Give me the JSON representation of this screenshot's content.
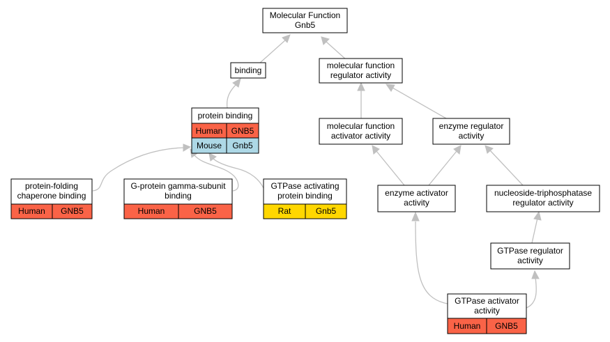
{
  "diagram": {
    "nodes": {
      "root": {
        "line1": "Molecular Function",
        "line2": "Gnb5"
      },
      "binding": {
        "line1": "binding"
      },
      "mfr": {
        "line1": "molecular function",
        "line2": "regulator activity"
      },
      "protein_binding": {
        "line1": "protein binding",
        "annotations": [
          {
            "species": "Human",
            "gene": "GNB5",
            "color": "#fa6347"
          },
          {
            "species": "Mouse",
            "gene": "Gnb5",
            "color": "#add8e6"
          }
        ]
      },
      "mfa": {
        "line1": "molecular function",
        "line2": "activator activity"
      },
      "enz_reg": {
        "line1": "enzyme regulator",
        "line2": "activity"
      },
      "pf": {
        "line1": "protein-folding",
        "line2": "chaperone binding",
        "annotations": [
          {
            "species": "Human",
            "gene": "GNB5",
            "color": "#fa6347"
          }
        ]
      },
      "ggamma": {
        "line1": "G-protein gamma-subunit",
        "line2": "binding",
        "annotations": [
          {
            "species": "Human",
            "gene": "GNB5",
            "color": "#fa6347"
          }
        ]
      },
      "gap_binding": {
        "line1": "GTPase activating",
        "line2": "protein binding",
        "annotations": [
          {
            "species": "Rat",
            "gene": "Gnb5",
            "color": "#ffd700"
          }
        ]
      },
      "enz_act": {
        "line1": "enzyme activator",
        "line2": "activity"
      },
      "ntp": {
        "line1": "nucleoside-triphosphatase",
        "line2": "regulator activity"
      },
      "gtpase_reg": {
        "line1": "GTPase regulator",
        "line2": "activity"
      },
      "gtpase_act": {
        "line1": "GTPase activator",
        "line2": "activity",
        "annotations": [
          {
            "species": "Human",
            "gene": "GNB5",
            "color": "#fa6347"
          }
        ]
      }
    }
  },
  "colors": {
    "edge": "#c0c0c0",
    "node_border": "#000000",
    "human": "#fa6347",
    "mouse": "#add8e6",
    "rat": "#ffd700"
  }
}
